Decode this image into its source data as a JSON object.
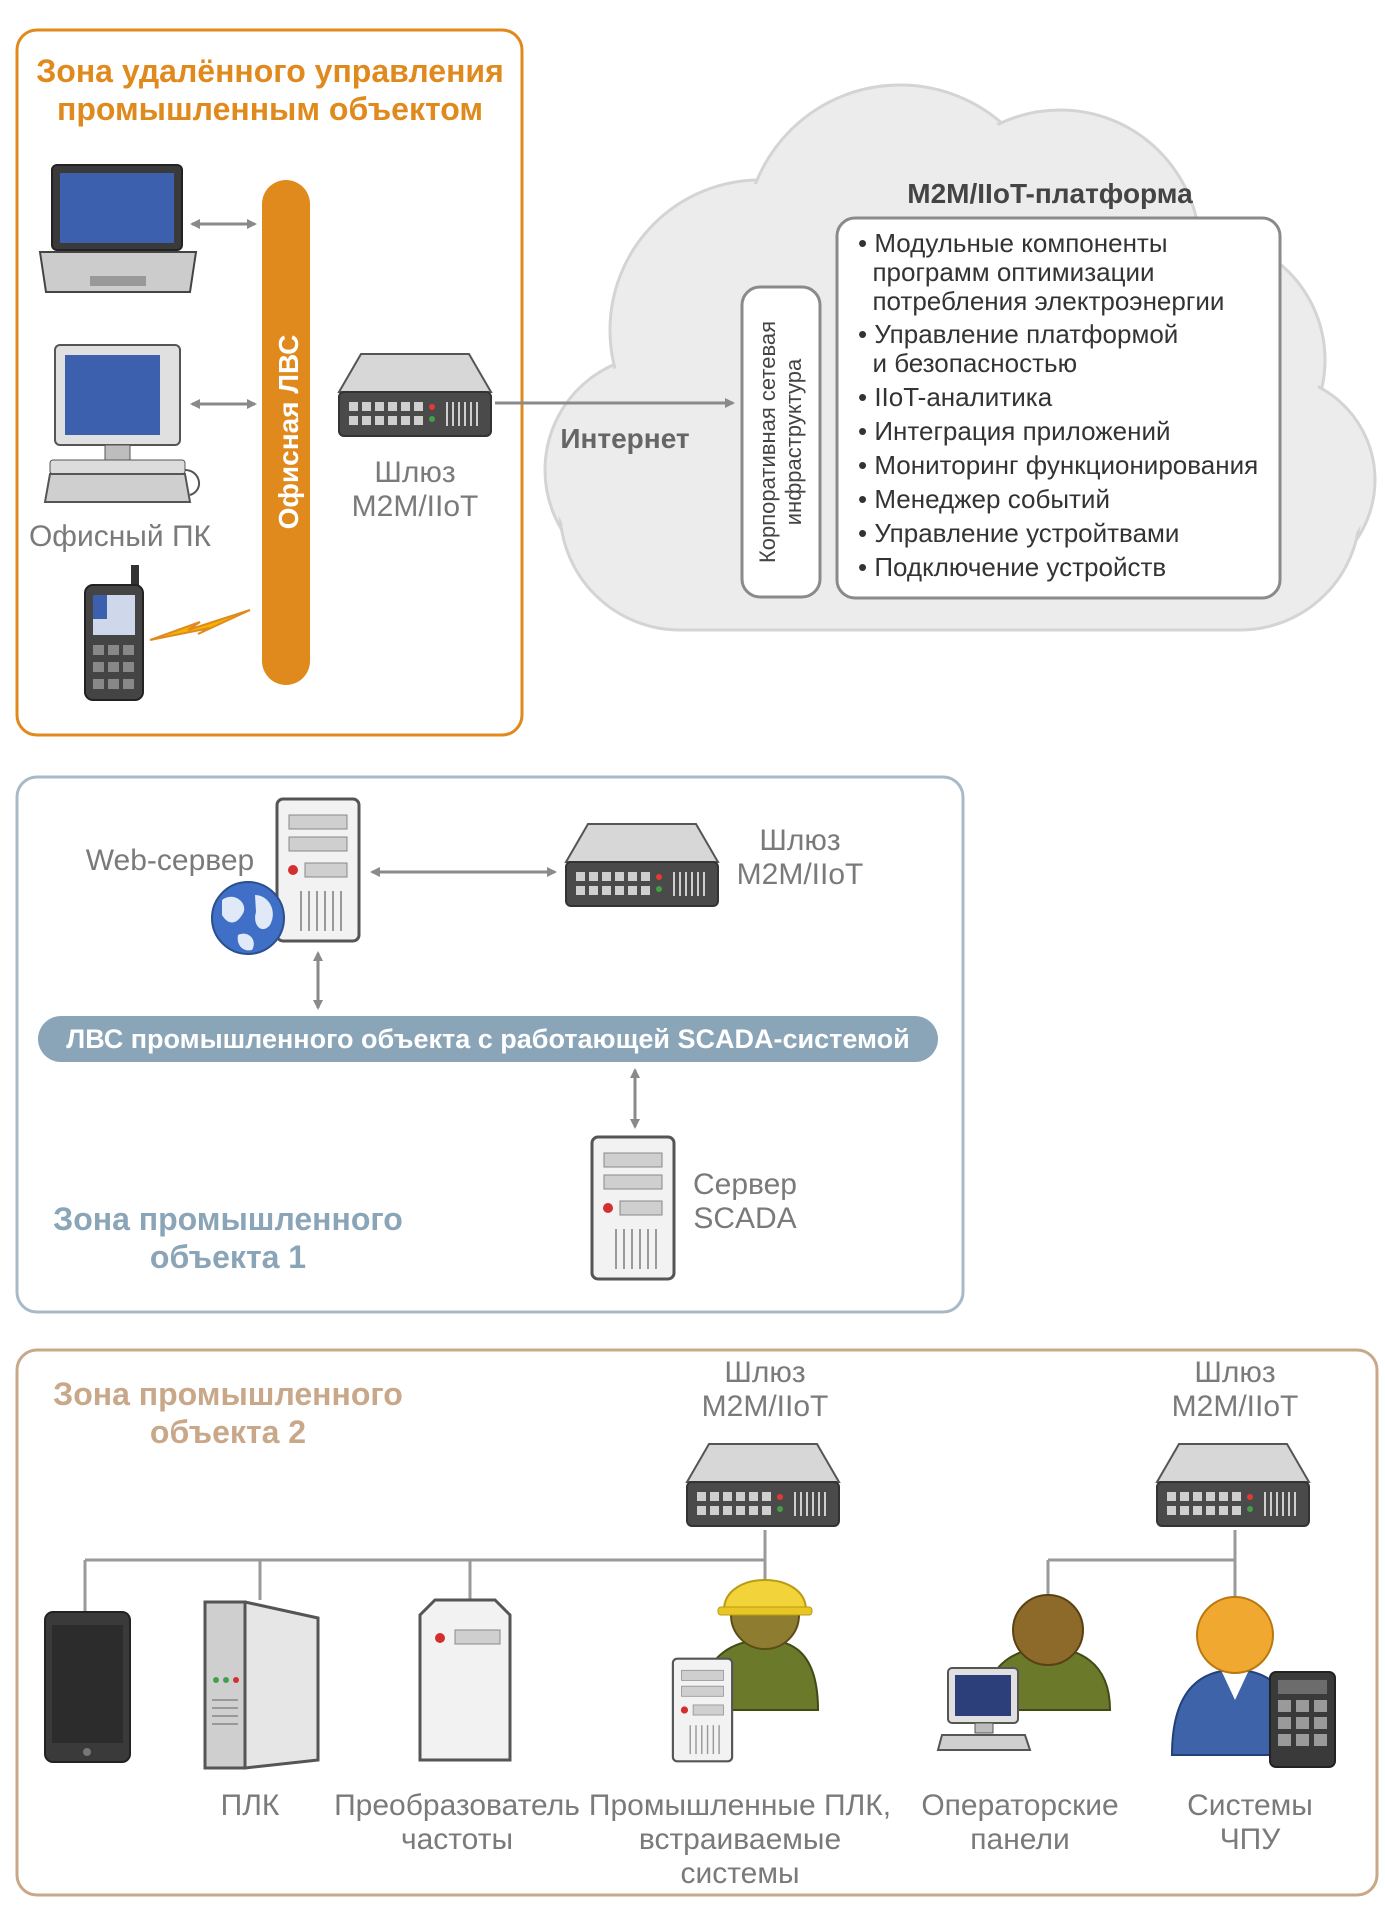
{
  "remote_zone": {
    "title_lines": [
      "Зона удалённого управления",
      "промышленным объектом"
    ],
    "office_lan_label": "Офисная ЛВС",
    "office_pc_label": "Офисный ПК",
    "gateway_lines": [
      "Шлюз",
      "M2M/IIoT"
    ],
    "internet_label": "Интернет"
  },
  "platform": {
    "title": "M2M/IIoT-платформа",
    "infra_lines": [
      "Корпоративная сетевая",
      "инфраструктура"
    ],
    "items": [
      "• Модульные компоненты",
      "  программ оптимизации",
      "  потребления электроэнергии",
      "• Управление платформой",
      "  и безопасностью",
      "• IIoT-аналитика",
      "• Интеграция приложений",
      "• Мониторинг функционирования",
      "• Менеджер событий",
      "• Управление устройтвами",
      "• Подключение устройств"
    ]
  },
  "zone1": {
    "title_lines": [
      "Зона промышленного",
      "объекта 1"
    ],
    "web_server_label": "Web-сервер",
    "gateway_lines": [
      "Шлюз",
      "M2M/IIoT"
    ],
    "lan_label": "ЛВС промышленного объекта с работающей SCADA-системой",
    "scada_lines": [
      "Сервер",
      "SCADA"
    ]
  },
  "zone2": {
    "title_lines": [
      "Зона промышленного",
      "объекта 2"
    ],
    "gateway1_lines": [
      "Шлюз",
      "M2M/IIoT"
    ],
    "gateway2_lines": [
      "Шлюз",
      "M2M/IIoT"
    ],
    "devices": {
      "plc": [
        "ПЛК"
      ],
      "converter": [
        "Преобразователь",
        "частоты"
      ],
      "embedded": [
        "Промышленные ПЛК,",
        "встраиваемые",
        "системы"
      ],
      "operator": [
        "Операторские",
        "панели"
      ],
      "cnc": [
        "Системы",
        "ЧПУ"
      ]
    }
  },
  "colors": {
    "orange": "#e08a1e",
    "blue_grey": "#8aa4b8",
    "brown": "#c9a88a",
    "cloud": "#eeeeee"
  }
}
